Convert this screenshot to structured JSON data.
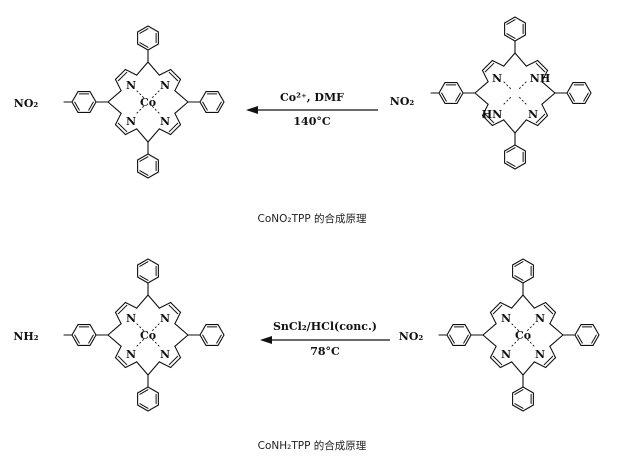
{
  "reactions": [
    {
      "reagents_line1": "Co²⁺, DMF",
      "reagents_line2": "140°C",
      "caption": "CoNO₂TPP 的合成原理",
      "reactant": {
        "substituent": "NO₂",
        "core": "free-base",
        "n_labels": [
          "N",
          "NH",
          "HN",
          "N"
        ]
      },
      "product": {
        "substituent": "NO₂",
        "core": "cobalt",
        "metal": "Co",
        "n_labels": [
          "N",
          "N",
          "N",
          "N"
        ]
      }
    },
    {
      "reagents_line1": "SnCl₂/HCl(conc.)",
      "reagents_line2": "78°C",
      "caption": "CoNH₂TPP 的合成原理",
      "reactant": {
        "substituent": "NO₂",
        "core": "cobalt",
        "metal": "Co",
        "n_labels": [
          "N",
          "N",
          "N",
          "N"
        ]
      },
      "product": {
        "substituent": "NH₂",
        "core": "cobalt",
        "metal": "Co",
        "n_labels": [
          "N",
          "N",
          "N",
          "N"
        ]
      }
    }
  ]
}
